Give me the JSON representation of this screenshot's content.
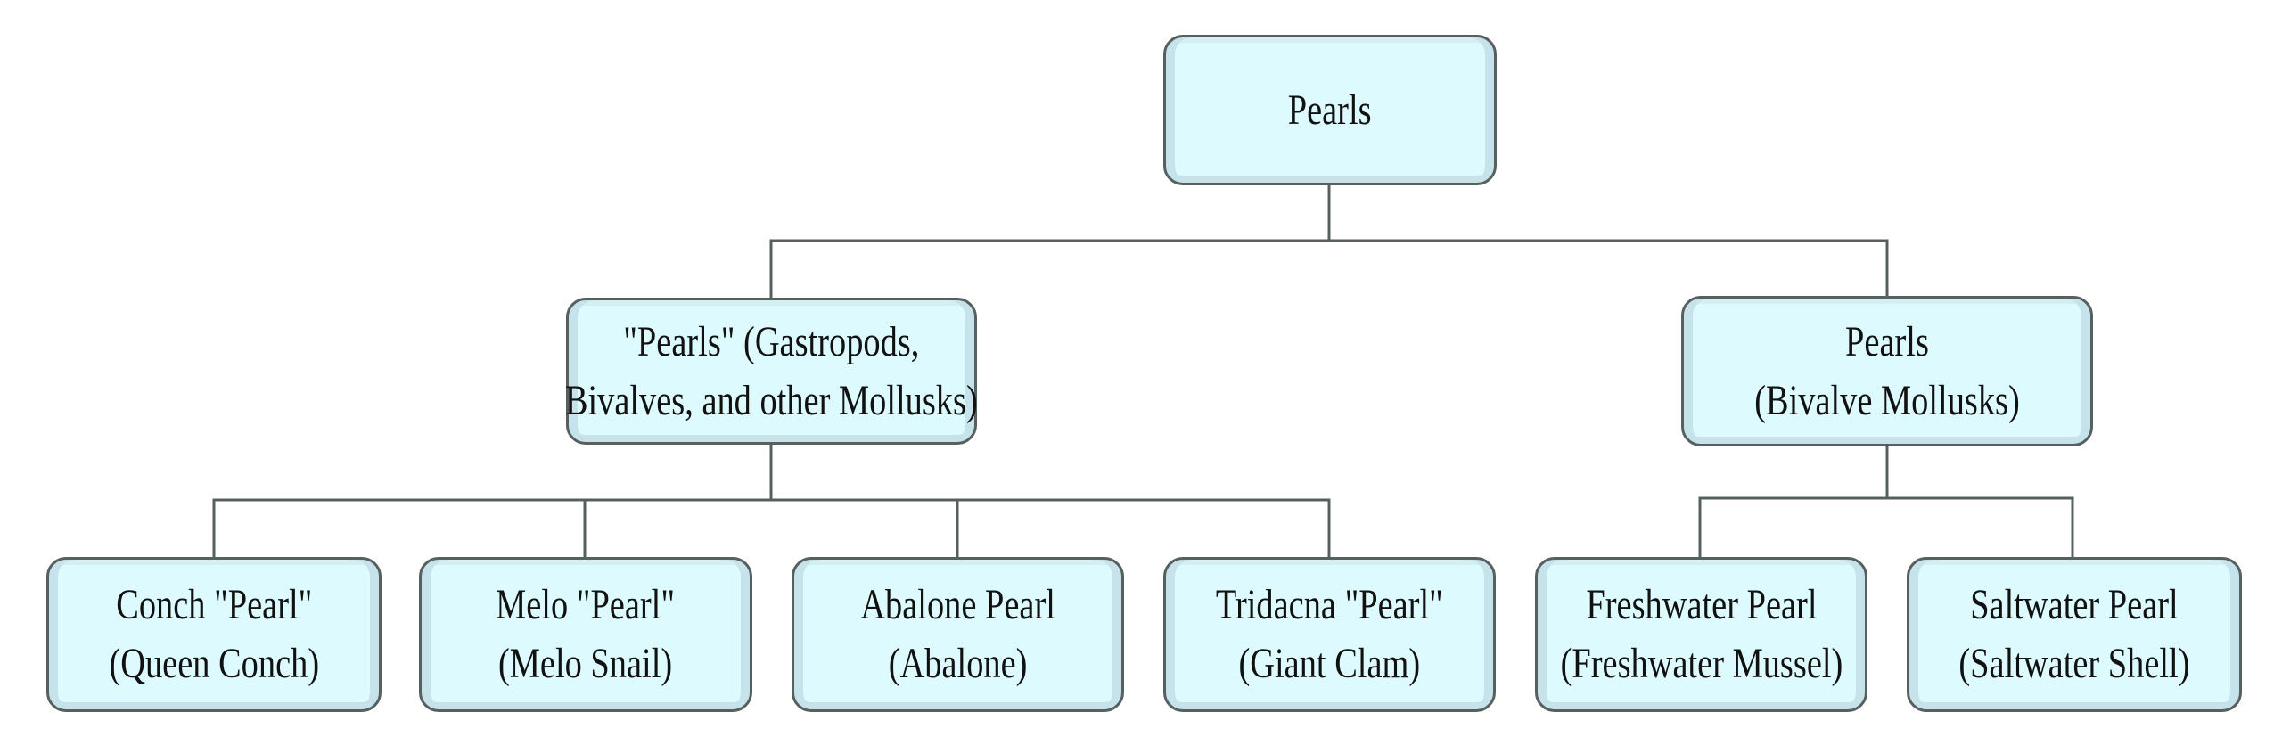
{
  "diagram": {
    "title": "Pearls",
    "colors": {
      "node_fill": "#ddfbfe",
      "node_bevel": "#c6e3eb",
      "node_border": "#56605f",
      "connector": "#56605f",
      "text": "#111111",
      "background": "#ffffff"
    },
    "root": {
      "id": "pearls-root",
      "lines": [
        "Pearls"
      ]
    },
    "level1": [
      {
        "id": "gastropod-pearls",
        "lines": [
          "\"Pearls\" (Gastropods,",
          "Bivalves, and other Mollusks)"
        ]
      },
      {
        "id": "bivalve-pearls",
        "lines": [
          "Pearls",
          "(Bivalve Mollusks)"
        ]
      }
    ],
    "leaves": [
      {
        "id": "conch-pearl",
        "parent": "gastropod-pearls",
        "lines": [
          "Conch \"Pearl\"",
          "(Queen Conch)"
        ]
      },
      {
        "id": "melo-pearl",
        "parent": "gastropod-pearls",
        "lines": [
          "Melo \"Pearl\"",
          "(Melo Snail)"
        ]
      },
      {
        "id": "abalone-pearl",
        "parent": "gastropod-pearls",
        "lines": [
          "Abalone Pearl",
          "(Abalone)"
        ]
      },
      {
        "id": "tridacna-pearl",
        "parent": "gastropod-pearls",
        "lines": [
          "Tridacna \"Pearl\"",
          "(Giant Clam)"
        ]
      },
      {
        "id": "freshwater-pearl",
        "parent": "bivalve-pearls",
        "lines": [
          "Freshwater Pearl",
          "(Freshwater Mussel)"
        ]
      },
      {
        "id": "saltwater-pearl",
        "parent": "bivalve-pearls",
        "lines": [
          "Saltwater Pearl",
          "(Saltwater Shell)"
        ]
      }
    ]
  }
}
